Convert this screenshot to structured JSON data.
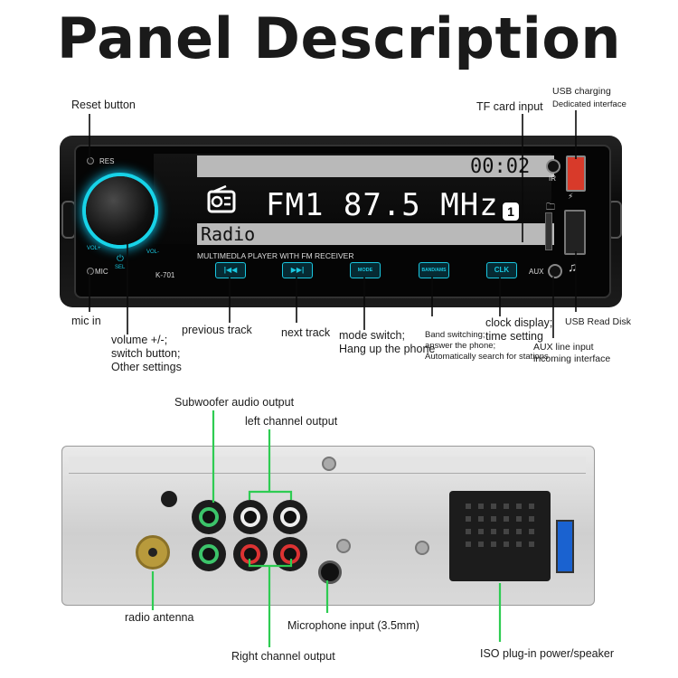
{
  "title": "Panel Description",
  "front": {
    "display": {
      "clock": "00:02",
      "frequency": "FM1 87.5 MHz",
      "mode": "Radio",
      "band_badge": "1",
      "product_line": "MULTIMEDLA PLAYER WITH FM RECEIVER",
      "model": "K-701"
    },
    "panel_text": {
      "res": "RES",
      "mic": "MIC",
      "ir": "IR",
      "aux": "AUX",
      "vol_plus": "VOL+",
      "vol_minus": "VOL-",
      "sel": "SEL"
    },
    "buttons": {
      "prev": "|◀◀",
      "next": "▶▶|",
      "mode": "MODE",
      "band": "BAND/AMS",
      "clk": "CLK"
    },
    "labels": {
      "reset": "Reset button",
      "tf_card": "TF card input",
      "usb_charging": "USB charging",
      "usb_charging_sub": "Dedicated interface",
      "mic_in": "mic in",
      "volume": "volume +/-;\nswitch button;\nOther settings",
      "previous_track": "previous track",
      "next_track": "next track",
      "mode_switch": "mode switch;\nHang up the phone",
      "band_switching": "Band switching;\nanswer the phone;\nAutomatically search for stations",
      "clock_display": "clock display;\ntime setting",
      "usb_read": "USB Read Disk",
      "aux_input": "AUX line input\nincoming interface"
    }
  },
  "rear": {
    "labels": {
      "subwoofer": "Subwoofer audio output",
      "left_channel": "left channel output",
      "radio_antenna": "radio antenna",
      "microphone": "Microphone input (3.5mm)",
      "right_channel": "Right channel output",
      "iso": "ISO plug-in power/speaker"
    }
  },
  "colors": {
    "leader": "#0a0a0a",
    "rear_leader": "#2ecc52",
    "accent": "#19c7e0",
    "usb_charge": "#d83a2a"
  }
}
